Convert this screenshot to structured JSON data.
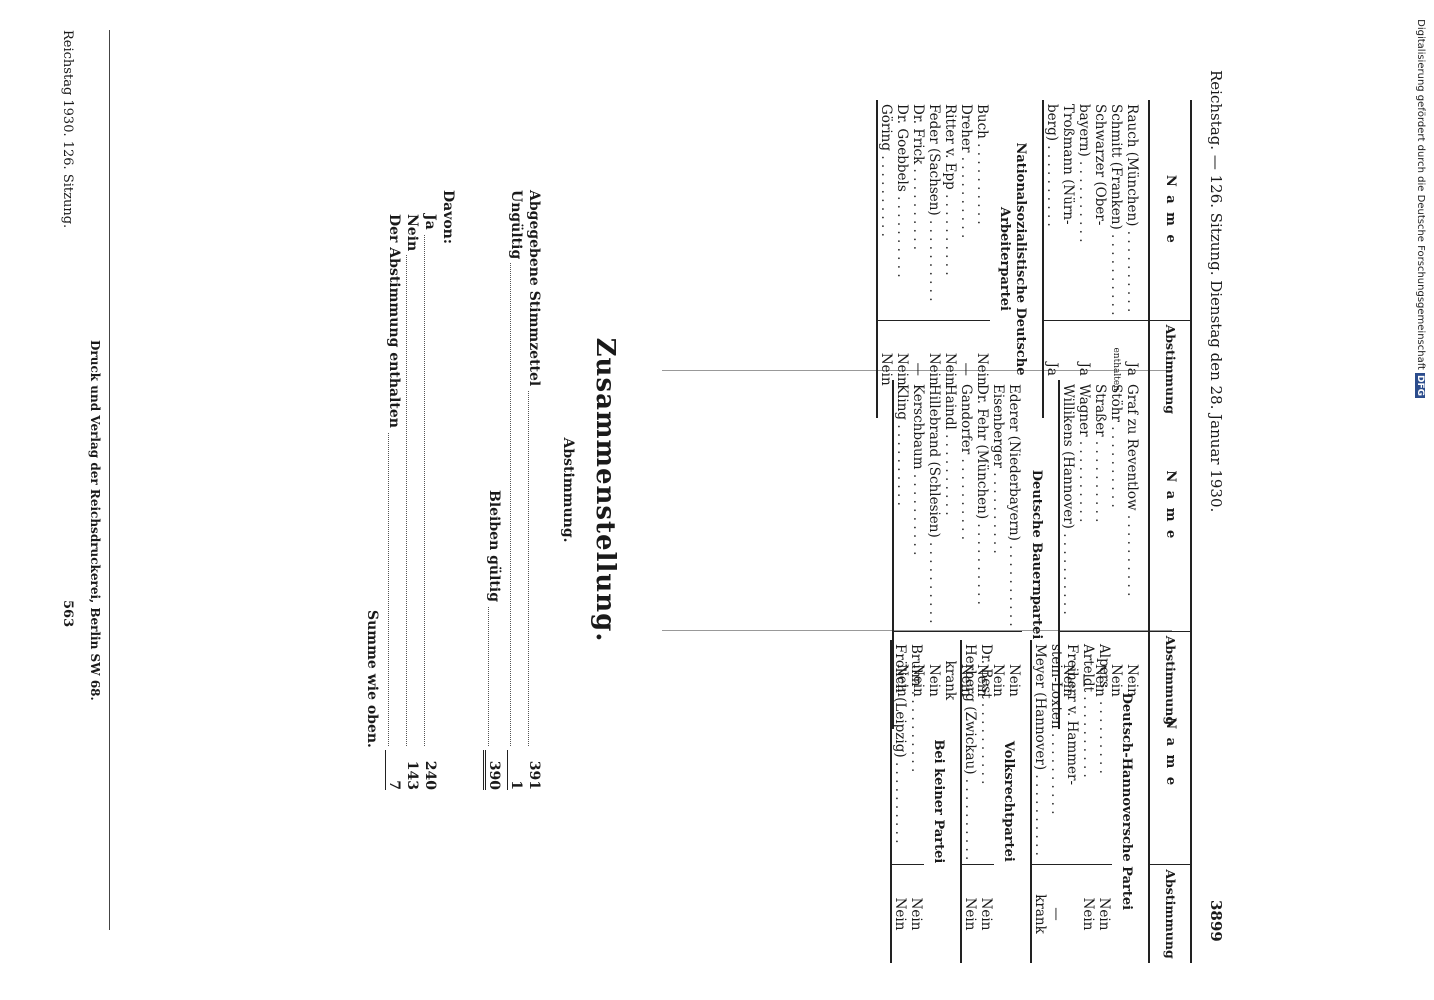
{
  "header": {
    "left": "Reichstag. — 126. Sitzung. Dienstag den 28. Januar 1930.",
    "page_number": "3899"
  },
  "table_headers": {
    "name": "N a m e",
    "vote": "Abstimmung"
  },
  "columns": [
    {
      "groups": [
        {
          "party": "",
          "rows": [
            {
              "name": "Rauch (München)",
              "vote": "Ja"
            },
            {
              "name": "Schmitt (Franken)",
              "vote": "enthalten"
            },
            {
              "name": "Schwarzer (Ober-",
              "vote": ""
            },
            {
              "name": "bayern)",
              "vote": "Ja"
            },
            {
              "name": "Troßmann (Nürn-",
              "vote": ""
            },
            {
              "name": "berg)",
              "vote": "Ja"
            }
          ]
        },
        {
          "party": "Nationalsozialistische Deutsche Arbeiterpartei",
          "rows": [
            {
              "name": "Buch",
              "vote": "Nein"
            },
            {
              "name": "Dreher",
              "vote": "—"
            },
            {
              "name": "Ritter v. Epp",
              "vote": "Nein"
            },
            {
              "name": "Feder (Sachsen)",
              "vote": "Nein"
            },
            {
              "name": "Dr. Frick",
              "vote": "—"
            },
            {
              "name": "Dr. Goebbels",
              "vote": "Nein"
            },
            {
              "name": "Göring",
              "vote": "Nein"
            }
          ]
        }
      ]
    },
    {
      "groups": [
        {
          "party": "",
          "rows": [
            {
              "name": "Graf zu Reventlow",
              "vote": "Nein"
            },
            {
              "name": "Stöhr",
              "vote": "Nein"
            },
            {
              "name": "Straßer",
              "vote": "Nein"
            },
            {
              "name": "Wagner",
              "vote": "—"
            },
            {
              "name": "Willikens (Hannover)",
              "vote": "Nein"
            }
          ]
        },
        {
          "party": "Deutsche Bauernpartei",
          "rows": [
            {
              "name": "Ederer (Niederbayern)",
              "vote": "Nein"
            },
            {
              "name": "Eisenberger",
              "vote": "Nein"
            },
            {
              "name": "Dr. Fehr (München)",
              "vote": "Nein"
            },
            {
              "name": "Gandorfer",
              "vote": "Nein"
            },
            {
              "name": "Haindl",
              "vote": "krank"
            },
            {
              "name": "Hillebrand (Schlesien)",
              "vote": "Nein"
            },
            {
              "name": "Kerschbaum",
              "vote": "Nein"
            },
            {
              "name": "Kling",
              "vote": "Nein"
            }
          ]
        }
      ]
    },
    {
      "groups": [
        {
          "party": "Deutsch-Hannoversche Partei",
          "rows": [
            {
              "name": "Alpers",
              "vote": "Nein"
            },
            {
              "name": "Arteldt",
              "vote": "Nein"
            },
            {
              "name": "Freiherr v. Hammer-",
              "vote": ""
            },
            {
              "name": "stein-Loxten",
              "vote": "—"
            },
            {
              "name": "Meyer (Hannover)",
              "vote": "krank"
            }
          ]
        },
        {
          "party": "Volksrechtpartei",
          "rows": [
            {
              "name": "Dr. Best",
              "vote": "Nein"
            },
            {
              "name": "Herberg (Zwickau)",
              "vote": "Nein"
            }
          ]
        },
        {
          "party": "Bei keiner Partei",
          "rows": [
            {
              "name": "Bruhn",
              "vote": "Nein"
            },
            {
              "name": "Frölich (Leipzig)",
              "vote": "Nein"
            }
          ]
        }
      ]
    }
  ],
  "summary": {
    "title": "Zusammenstellung.",
    "subtitle": "Abstimmung.",
    "abgegeben_label": "Abgegebene Stimmzettel",
    "abgegeben_value": "391",
    "ungueltig_label": "Ungültig",
    "ungueltig_value": "1",
    "gueltig_label": "Bleiben gültig",
    "gueltig_value": "390",
    "davon_label": "Davon:",
    "ja_label": "Ja",
    "ja_value": "240",
    "nein_label": "Nein",
    "nein_value": "143",
    "enthalten_label": "Der Abstimmung enthalten",
    "enthalten_value": "7",
    "summe": "Summe wie oben."
  },
  "footer": {
    "press": "Druck und Verlag der Reichsdruckerei, Berlin SW 68.",
    "bottom_left": "Reichstag 1930. 126. Sitzung.",
    "sheet_number": "563"
  },
  "watermark": {
    "text": "Digitalisierung gefördert durch die Deutsche Forschungsgemeinschaft",
    "logo": "DFG"
  }
}
